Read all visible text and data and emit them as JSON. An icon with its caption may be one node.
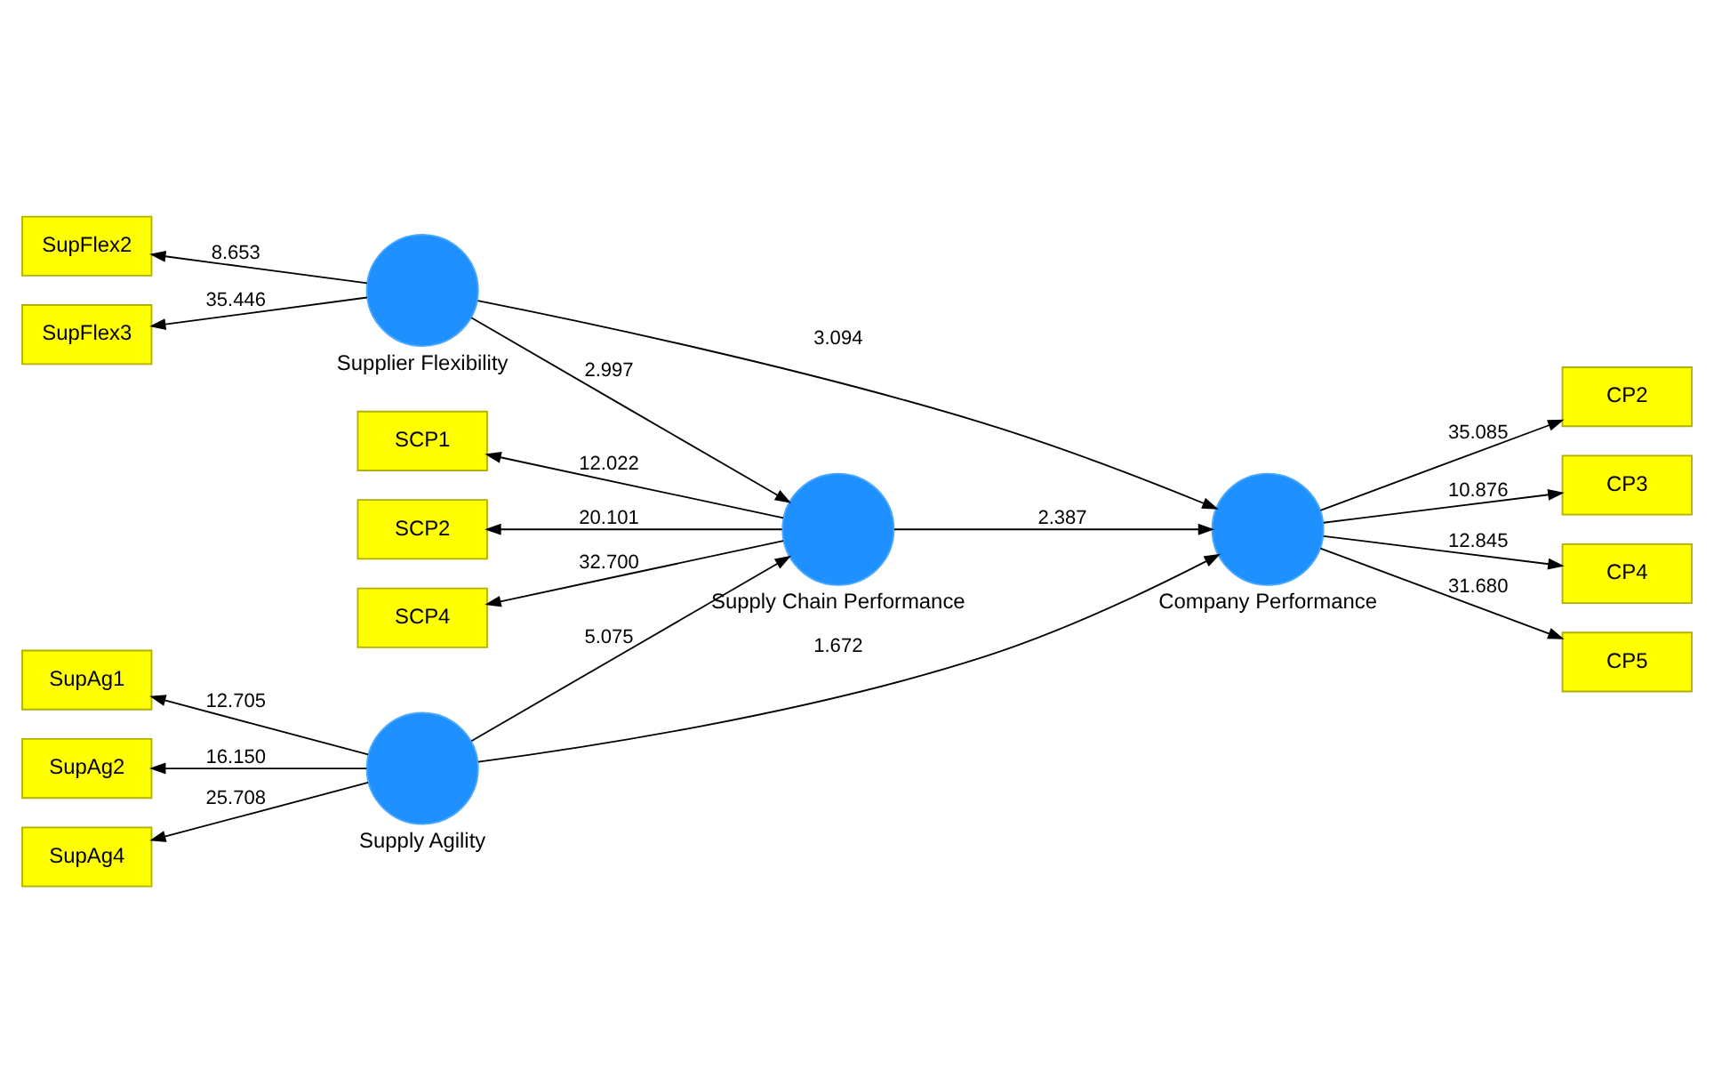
{
  "diagram": {
    "nodes": [
      {
        "text": [
          "SupFlex2"
        ]
      },
      {
        "text": [
          "SupFlex3"
        ]
      },
      {
        "text": [
          "Supplier Flexibility"
        ]
      },
      {
        "text": [
          "SCP1"
        ]
      },
      {
        "text": [
          "SCP2"
        ]
      },
      {
        "text": [
          "SCP4"
        ]
      },
      {
        "text": [
          "Supply Chain Performance"
        ]
      },
      {
        "text": [
          "Company Performance"
        ]
      },
      {
        "text": [
          "CP2"
        ]
      },
      {
        "text": [
          "CP3"
        ]
      },
      {
        "text": [
          "CP4"
        ]
      },
      {
        "text": [
          "CP5"
        ]
      },
      {
        "text": [
          "SupAg1"
        ]
      },
      {
        "text": [
          "SupAg2"
        ]
      },
      {
        "text": [
          "SupAg4"
        ]
      },
      {
        "text": [
          "Supply Agility"
        ]
      }
    ],
    "edges": [
      {
        "from": 2,
        "to": 0,
        "arrow": "to",
        "label": "8.653"
      },
      {
        "from": 2,
        "to": 1,
        "arrow": "to",
        "label": "35.446"
      },
      {
        "from": 2,
        "to": 6,
        "arrow": "to",
        "label": "2.997"
      },
      {
        "from": 2,
        "to": 7,
        "arrow": "to",
        "label": "3.094"
      },
      {
        "from": 6,
        "to": 3,
        "arrow": "to",
        "label": "12.022"
      },
      {
        "from": 6,
        "to": 4,
        "arrow": "to",
        "label": "20.101"
      },
      {
        "from": 6,
        "to": 5,
        "arrow": "to",
        "label": "32.700"
      },
      {
        "from": 6,
        "to": 7,
        "arrow": "to",
        "label": "2.387"
      },
      {
        "from": 7,
        "to": 8,
        "arrow": "to",
        "label": "35.085"
      },
      {
        "from": 7,
        "to": 9,
        "arrow": "to",
        "label": "10.876"
      },
      {
        "from": 7,
        "to": 10,
        "arrow": "to",
        "label": "12.845"
      },
      {
        "from": 7,
        "to": 11,
        "arrow": "to",
        "label": "31.680"
      },
      {
        "from": 15,
        "to": 12,
        "arrow": "to",
        "label": "12.705"
      },
      {
        "from": 15,
        "to": 13,
        "arrow": "to",
        "label": "16.150"
      },
      {
        "from": 15,
        "to": 14,
        "arrow": "to",
        "label": "25.708"
      },
      {
        "from": 15,
        "to": 6,
        "arrow": "to",
        "label": "5.075"
      },
      {
        "from": 15,
        "to": 7,
        "arrow": "to",
        "label": "1.672"
      }
    ]
  }
}
